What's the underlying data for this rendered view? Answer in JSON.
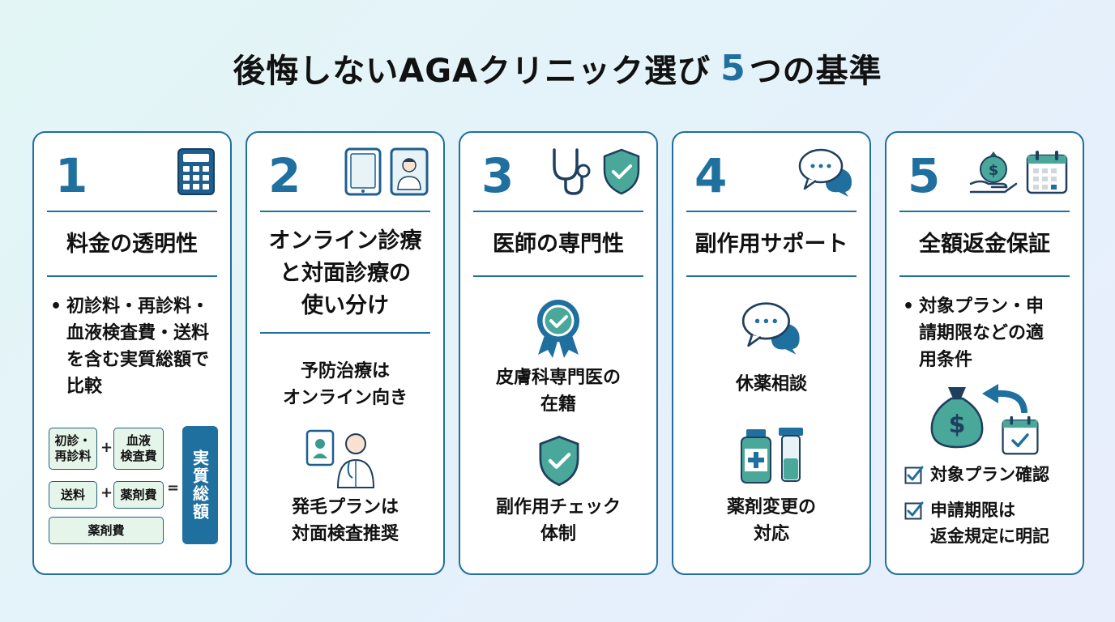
{
  "title": {
    "prefix": "後悔しないAGAクリニック選び",
    "number": "5",
    "suffix": "つの基準"
  },
  "cards": [
    {
      "number": "1",
      "title": "料金の透明性",
      "bullet": "初診料・再診料・血液検査費・送料を含む実質総額で比較",
      "calc": {
        "box1": "初診・\n再診料",
        "box2": "血液\n検査費",
        "box3": "送料",
        "box4": "薬剤費",
        "box5": "薬剤費",
        "plus": "+",
        "equals": "=",
        "total": "実質総額"
      },
      "icons": [
        "calculator-icon"
      ]
    },
    {
      "number": "2",
      "title": "オンライン診療\nと対面診療の\n使い分け",
      "text1": "予防治療は\nオンライン向き",
      "text2": "発毛プランは\n対面検査推奨",
      "icons": [
        "tablet-icon",
        "doctor-portrait-icon",
        "doctor-tablet-icon"
      ]
    },
    {
      "number": "3",
      "title": "医師の専門性",
      "text1": "皮膚科専門医の\n在籍",
      "text2": "副作用チェック\n体制",
      "icons": [
        "stethoscope-icon",
        "shield-check-icon",
        "award-badge-icon"
      ]
    },
    {
      "number": "4",
      "title": "副作用サポート",
      "text1": "休薬相談",
      "text2": "薬剤変更の\n対応",
      "icons": [
        "chat-bubbles-icon",
        "medicine-bottle-icon",
        "test-tube-icon"
      ]
    },
    {
      "number": "5",
      "title": "全額返金保証",
      "bullet": "対象プラン・申請期限などの適用条件",
      "check1": "対象プラン確認",
      "check2": "申請期限は\n返金規定に明記",
      "icons": [
        "money-hand-icon",
        "calendar-icon",
        "money-bag-icon",
        "return-arrow-icon"
      ]
    }
  ],
  "colors": {
    "accent": "#1f6f9f",
    "teal": "#3a9a8c",
    "light_green": "#e6f5ea"
  }
}
